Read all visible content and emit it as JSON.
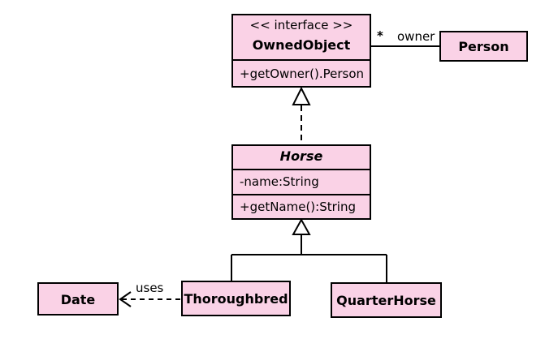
{
  "colors": {
    "class_fill": "#fad2e6",
    "line": "#000000"
  },
  "owned_object": {
    "stereotype": "<< interface >>",
    "name": "OwnedObject",
    "operations": [
      "+getOwner().Person"
    ]
  },
  "person": {
    "name": "Person"
  },
  "association": {
    "multiplicity": "*",
    "role": "owner"
  },
  "horse": {
    "name": "Horse",
    "attributes": [
      "-name:String"
    ],
    "operations": [
      "+getName():String"
    ]
  },
  "date": {
    "name": "Date"
  },
  "dependency": {
    "label": "uses"
  },
  "thoroughbred": {
    "name": "Thoroughbred"
  },
  "quarter_horse": {
    "name": "QuarterHorse"
  }
}
